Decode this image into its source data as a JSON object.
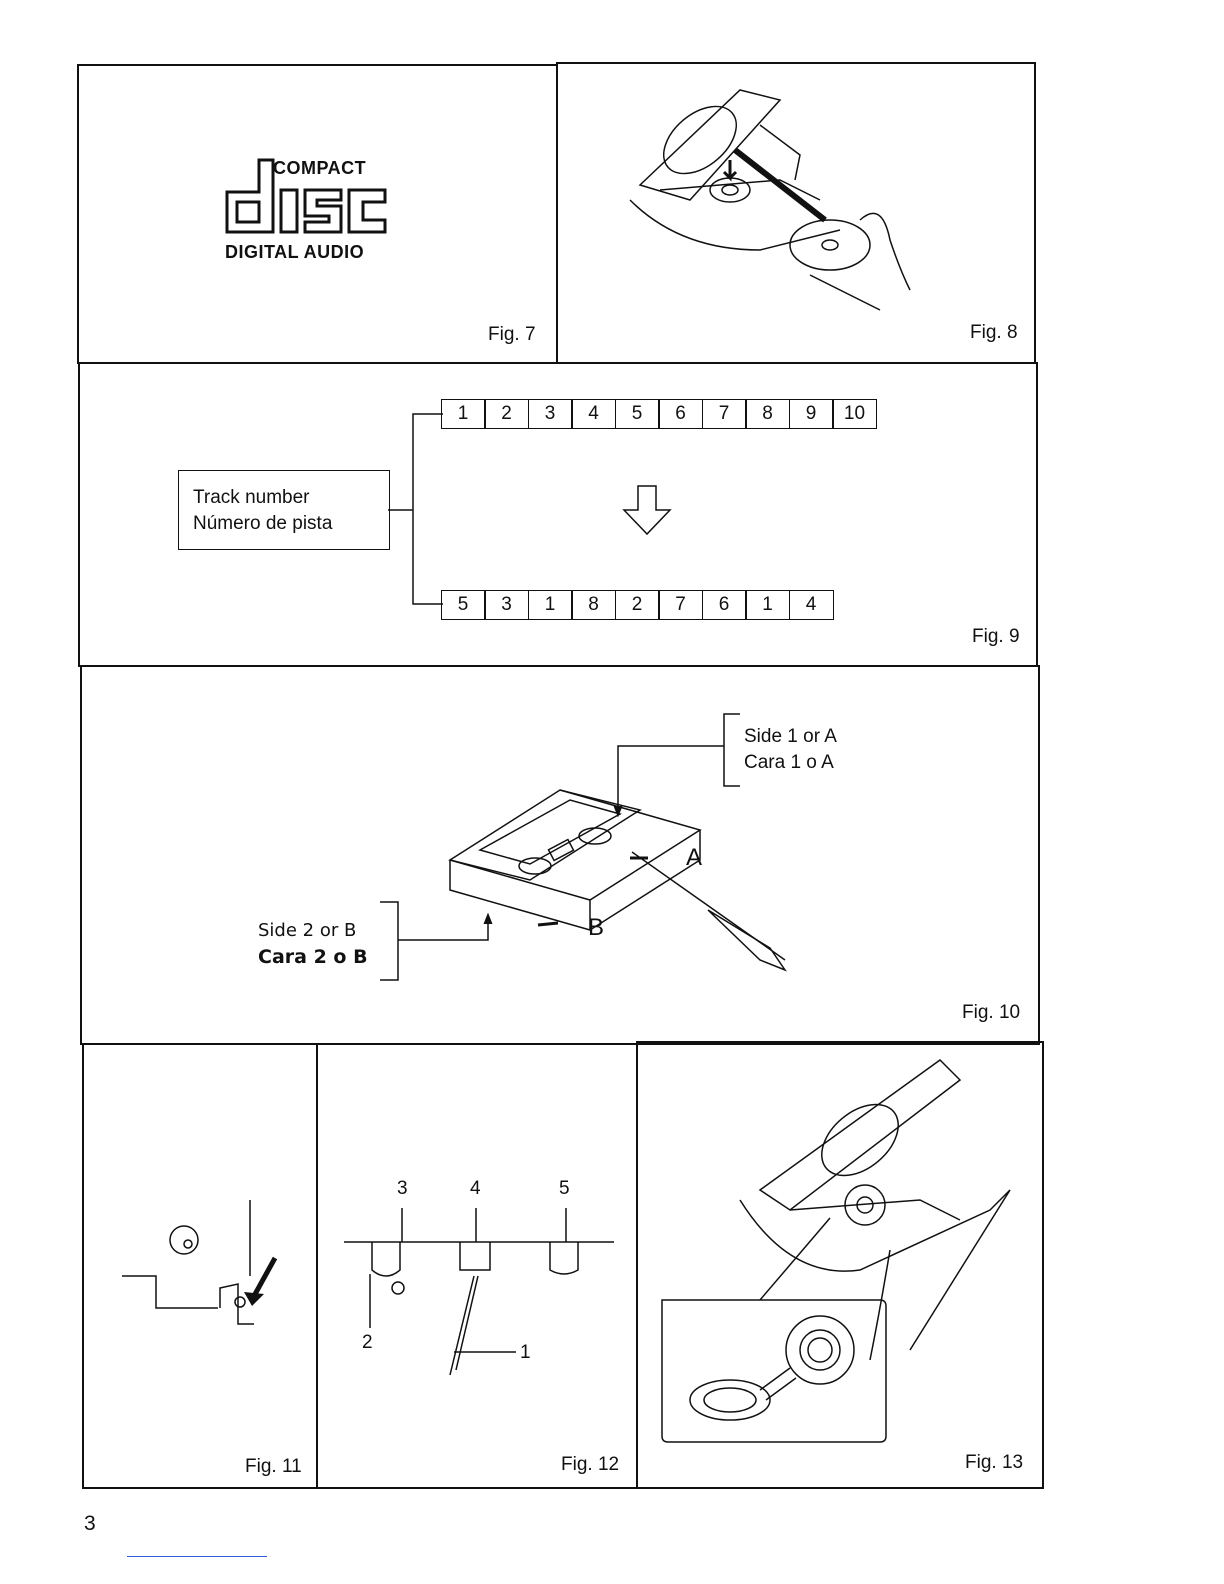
{
  "logo": {
    "top_text": "COMPACT",
    "main_word": "disc",
    "bottom_text": "DIGITAL AUDIO"
  },
  "figures": {
    "fig7": "Fig. 7",
    "fig8": "Fig. 8",
    "fig9": "Fig. 9",
    "fig10": "Fig. 10",
    "fig11": "Fig. 11",
    "fig12": "Fig. 12",
    "fig13": "Fig. 13"
  },
  "track_box": {
    "line1": "Track number",
    "line2": "Número de pista"
  },
  "track_order_before": [
    "1",
    "2",
    "3",
    "4",
    "5",
    "6",
    "7",
    "8",
    "9",
    "10"
  ],
  "track_order_after": [
    "5",
    "3",
    "1",
    "8",
    "2",
    "7",
    "6",
    "1",
    "4"
  ],
  "cassette": {
    "side1_line1": "Side 1 or A",
    "side1_line2": "Cara 1 o A",
    "side2_line1": "Side 2 or B",
    "side2_line2": "Cara 2 o B",
    "tab_a": "A",
    "tab_b": "B"
  },
  "fig12_callouts": {
    "c1": "1",
    "c2": "2",
    "c3": "3",
    "c4": "4",
    "c5": "5"
  },
  "page_number": "3"
}
